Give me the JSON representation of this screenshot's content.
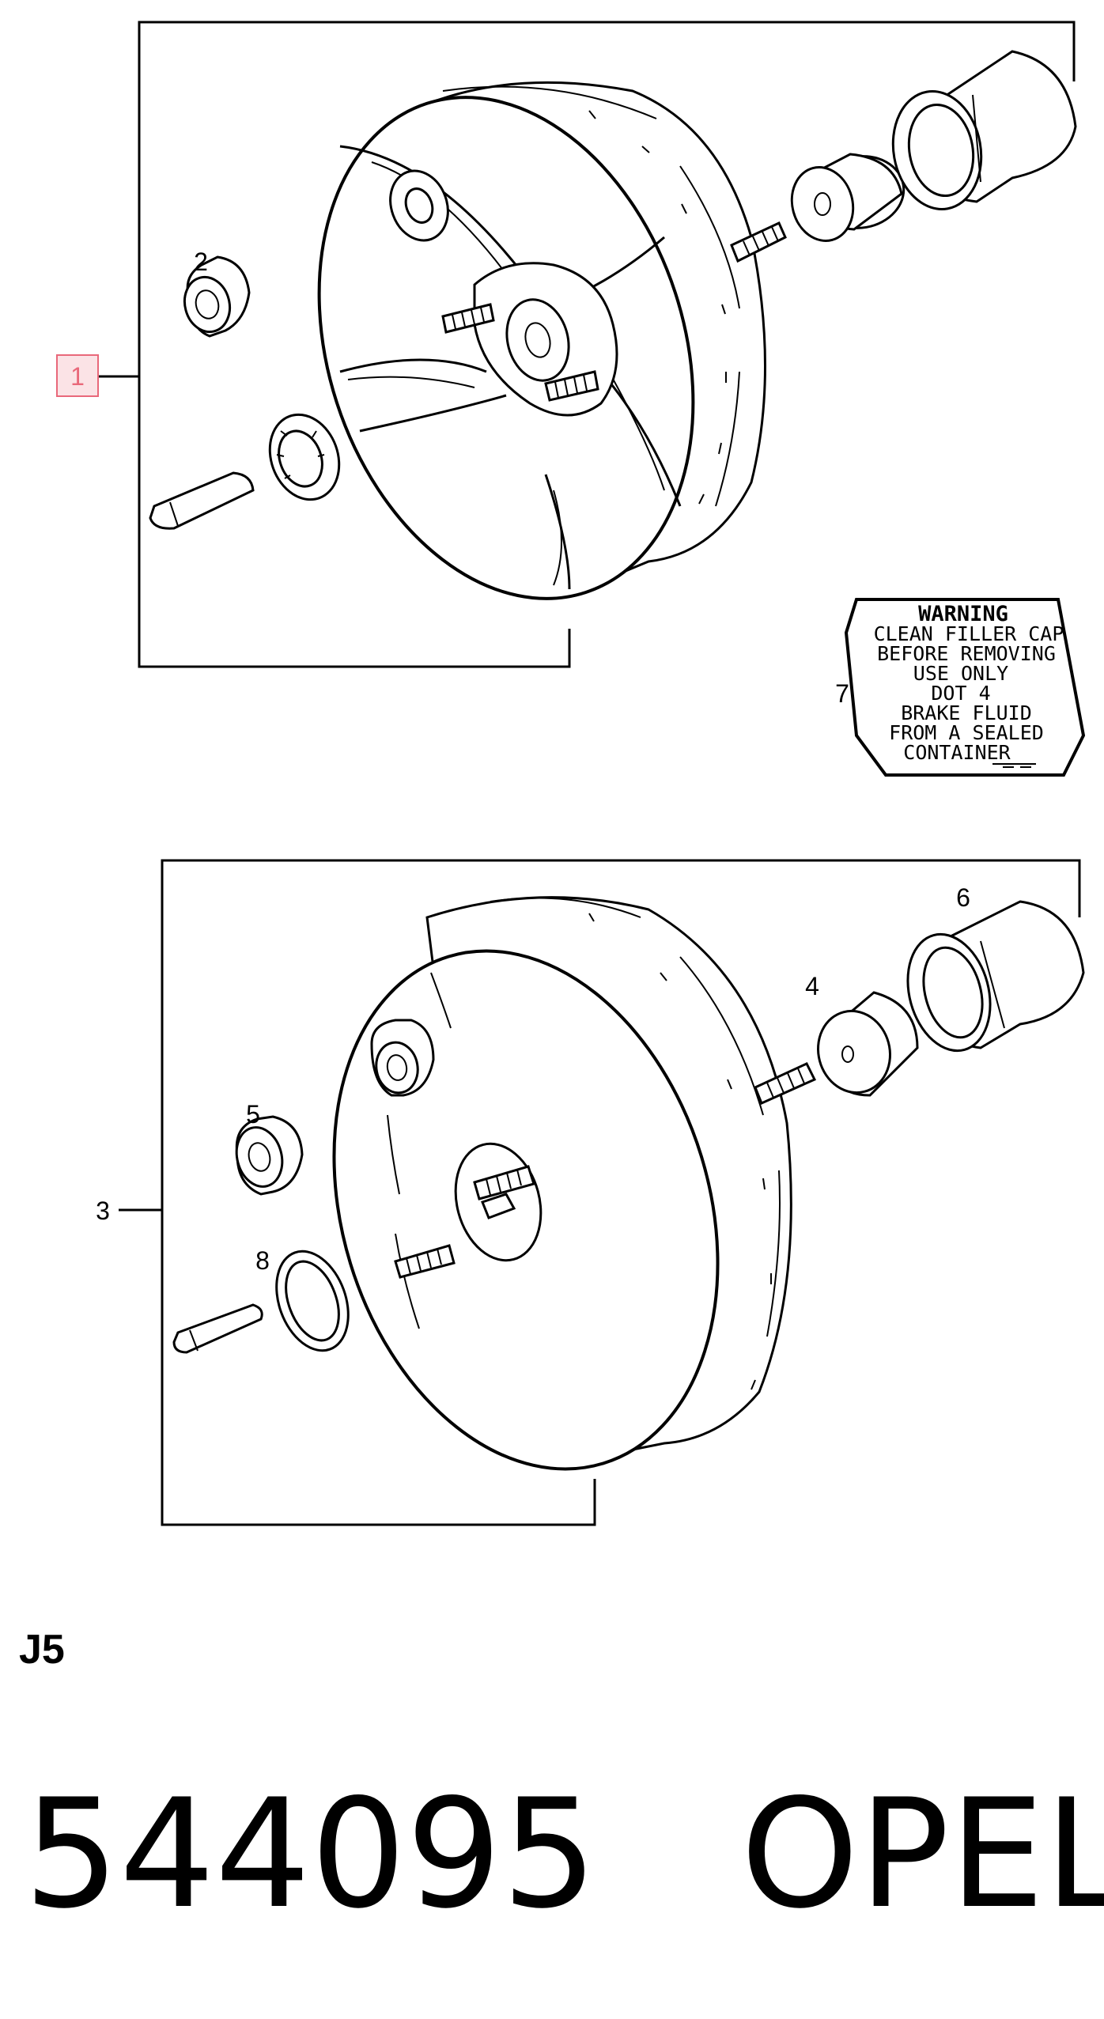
{
  "diagram": {
    "callout_1": "1",
    "callout_2": "2",
    "callout_3": "3",
    "callout_4": "4",
    "callout_5": "5",
    "callout_6": "6",
    "callout_7": "7",
    "callout_8": "8",
    "callout_1_highlight_color": "#e9687a"
  },
  "warning_label": {
    "title": "WARNING",
    "lines": [
      "CLEAN FILLER CAP",
      "BEFORE REMOVING",
      "USE ONLY",
      "DOT 4",
      "BRAKE FLUID",
      "FROM A SEALED",
      "CONTAINER"
    ]
  },
  "footer": {
    "section_code": "J5",
    "part_number": "544095",
    "brand": "OPEL"
  }
}
